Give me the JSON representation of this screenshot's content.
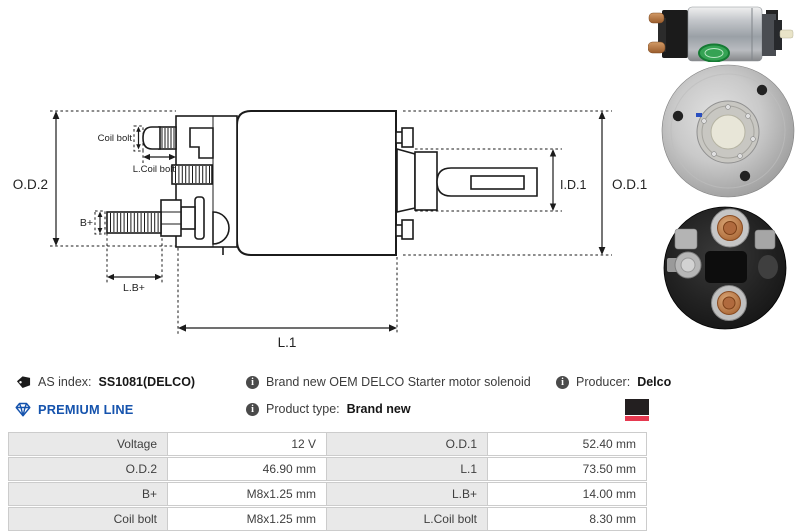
{
  "diagram": {
    "labels": {
      "od2": "O.D.2",
      "od1": "O.D.1",
      "id1": "I.D.1",
      "coil_bolt": "Coil bolt",
      "l_coil_bolt": "L.Coil bolt",
      "b_plus": "B+",
      "l_b_plus": "L.B+",
      "l1": "L.1"
    }
  },
  "icons": {
    "info_glyph": "i"
  },
  "info": {
    "as_index_label": "AS index:",
    "as_index_value": "SS1081(DELCO)",
    "description": "Brand new OEM DELCO Starter motor solenoid",
    "producer_label": "Producer:",
    "producer_value": "Delco",
    "premium_line": "PREMIUM LINE",
    "product_type_label": "Product type:",
    "product_type_value": "Brand new"
  },
  "specs": {
    "rows": [
      {
        "cells": [
          "Voltage",
          "12 V",
          "O.D.1",
          "52.40 mm"
        ]
      },
      {
        "cells": [
          "O.D.2",
          "46.90 mm",
          "L.1",
          "73.50 mm"
        ]
      },
      {
        "cells": [
          "B+",
          "M8x1.25 mm",
          "L.B+",
          "14.00 mm"
        ]
      },
      {
        "cells": [
          "Coil bolt",
          "M8x1.25 mm",
          "L.Coil bolt",
          "8.30 mm"
        ]
      }
    ]
  },
  "colors": {
    "premium_blue": "#1553ad",
    "logo_black": "#231f20",
    "logo_red": "#e63950",
    "table_label_bg": "#e9e9e9",
    "table_border": "#cccccc"
  }
}
